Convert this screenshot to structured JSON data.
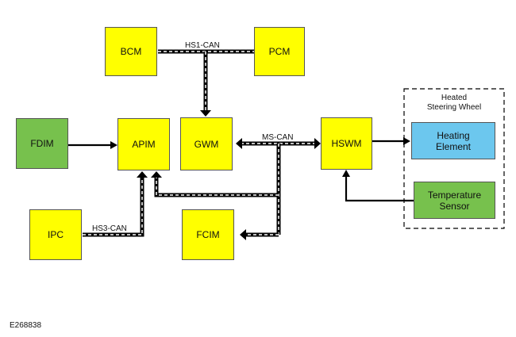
{
  "diagram": {
    "modules": {
      "bcm": "BCM",
      "pcm": "PCM",
      "fdim": "FDIM",
      "apim": "APIM",
      "gwm": "GWM",
      "hswm": "HSWM",
      "ipc": "IPC",
      "fcim": "FCIM"
    },
    "heated_steering_wheel": {
      "title_line1": "Heated",
      "title_line2": "Steering Wheel",
      "heating_element_line1": "Heating",
      "heating_element_line2": "Element",
      "temperature_sensor_line1": "Temperature",
      "temperature_sensor_line2": "Sensor"
    },
    "networks": {
      "hs1_can": "HS1-CAN",
      "ms_can": "MS-CAN",
      "hs3_can": "HS3-CAN"
    },
    "colors": {
      "module_yellow": "#ffff00",
      "green": "#77c14d",
      "blue": "#6cc7ee"
    },
    "figure_id": "E268838"
  }
}
